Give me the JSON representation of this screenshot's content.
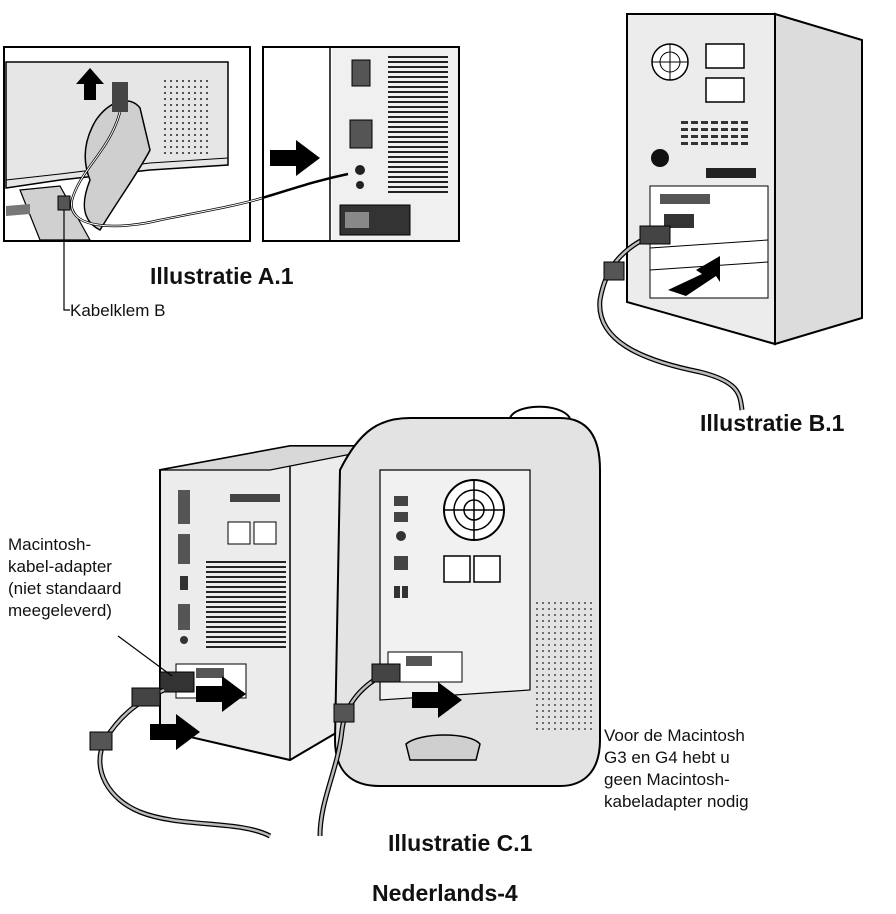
{
  "illustrations": {
    "a1": {
      "caption": "Illustratie A.1",
      "callout": "Kabelklem B"
    },
    "b1": {
      "caption": "Illustratie B.1"
    },
    "c1": {
      "caption": "Illustratie C.1",
      "adapter_note": [
        "Macintosh-",
        "kabel-adapter",
        "(niet standaard",
        "meegeleverd)"
      ],
      "g3g4_note": [
        "Voor de Macintosh",
        "G3 en G4 hebt u",
        "geen Macintosh-",
        "kabeladapter nodig"
      ]
    }
  },
  "footer": {
    "page_label": "Nederlands-4"
  }
}
